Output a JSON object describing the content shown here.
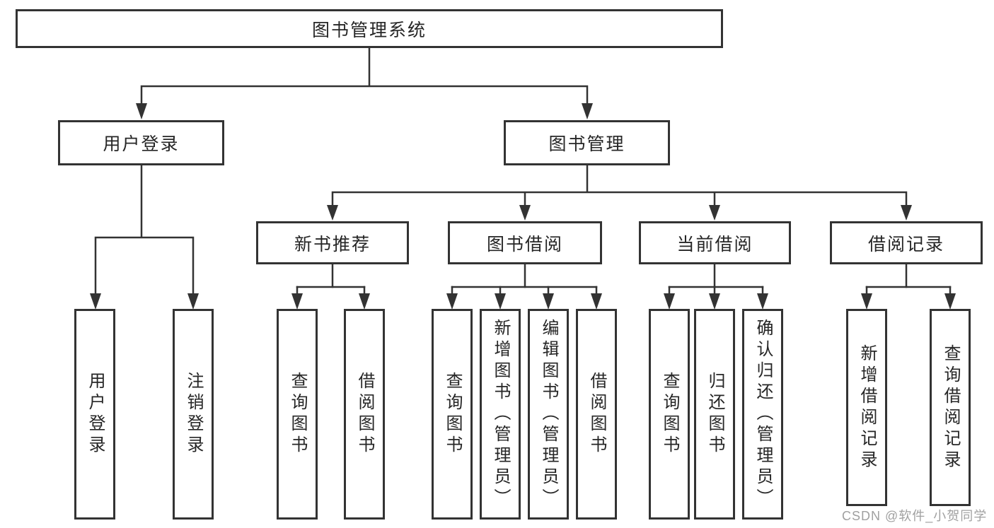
{
  "diagram": {
    "root": {
      "label": "图书管理系统"
    },
    "level2": [
      {
        "id": "user-login",
        "label": "用户登录"
      },
      {
        "id": "book-management",
        "label": "图书管理"
      }
    ],
    "level3": [
      {
        "id": "new-book-recommend",
        "label": "新书推荐"
      },
      {
        "id": "book-borrow",
        "label": "图书借阅"
      },
      {
        "id": "current-borrow",
        "label": "当前借阅"
      },
      {
        "id": "borrow-records",
        "label": "借阅记录"
      }
    ],
    "leaves": [
      {
        "id": "user-login",
        "parent": "用户登录",
        "label": "用户登录"
      },
      {
        "id": "logout-login",
        "parent": "用户登录",
        "label": "注销登录"
      },
      {
        "id": "query-books-recommend",
        "parent": "新书推荐",
        "label": "查询图书"
      },
      {
        "id": "borrow-books-recommend",
        "parent": "新书推荐",
        "label": "借阅图书"
      },
      {
        "id": "query-books-borrow",
        "parent": "图书借阅",
        "label": "查询图书"
      },
      {
        "id": "add-books-admin",
        "parent": "图书借阅",
        "label": "新增图书（管理员）"
      },
      {
        "id": "edit-books-admin",
        "parent": "图书借阅",
        "label": "编辑图书（管理员）"
      },
      {
        "id": "borrow-books",
        "parent": "图书借阅",
        "label": "借阅图书"
      },
      {
        "id": "query-books-current",
        "parent": "当前借阅",
        "label": "查询图书"
      },
      {
        "id": "return-books",
        "parent": "当前借阅",
        "label": "归还图书"
      },
      {
        "id": "confirm-return-admin",
        "parent": "当前借阅",
        "label": "确认归还（管理员）"
      },
      {
        "id": "add-borrow-record",
        "parent": "借阅记录",
        "label": "新增借阅记录"
      },
      {
        "id": "query-borrow-record",
        "parent": "借阅记录",
        "label": "查询借阅记录"
      }
    ]
  },
  "watermark": {
    "text": "CSDN @软件_小贺同学"
  },
  "colors": {
    "line": "#333333",
    "border": "#333333",
    "text": "#262626",
    "watermark": "#9b9b9b",
    "background": "#ffffff"
  }
}
